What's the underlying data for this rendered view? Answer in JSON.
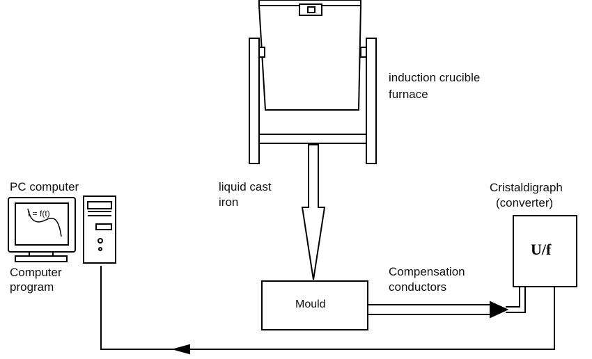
{
  "labels": {
    "furnace_line1": "induction crucible",
    "furnace_line2": "furnace",
    "pc_title": "PC computer",
    "screen_formula": "t = f(t)",
    "program_line1": "Computer",
    "program_line2": "program",
    "iron_line1": "liquid cast",
    "iron_line2": "iron",
    "converter_line1": "Cristaldigraph",
    "converter_line2": "(converter)",
    "converter_symbol": "U/f",
    "mould": "Mould",
    "conductors_line1": "Compensation",
    "conductors_line2": "conductors"
  }
}
